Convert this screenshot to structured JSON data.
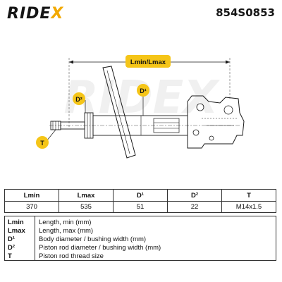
{
  "header": {
    "brand": "RIDEX",
    "part_number": "854S0853"
  },
  "diagram": {
    "watermark": "RIDEX",
    "dimension_label": "Lmin/Lmax",
    "callouts": {
      "d2": "D²",
      "d1": "D¹",
      "t": "T"
    },
    "colors": {
      "callout_fill": "#f5c518",
      "line": "#1a1a1a",
      "dashed": "#555555"
    }
  },
  "table": {
    "headers": [
      "Lmin",
      "Lmax",
      "D¹",
      "D²",
      "T"
    ],
    "values": [
      "370",
      "535",
      "51",
      "22",
      "M14x1.5"
    ]
  },
  "legend": [
    {
      "key": "Lmin",
      "desc": "Length, min (mm)"
    },
    {
      "key": "Lmax",
      "desc": "Length, max (mm)"
    },
    {
      "key": "D¹",
      "desc": "Body diameter / bushing width (mm)"
    },
    {
      "key": "D²",
      "desc": "Piston rod diameter / bushing width (mm)"
    },
    {
      "key": "T",
      "desc": "Piston rod thread size"
    }
  ]
}
